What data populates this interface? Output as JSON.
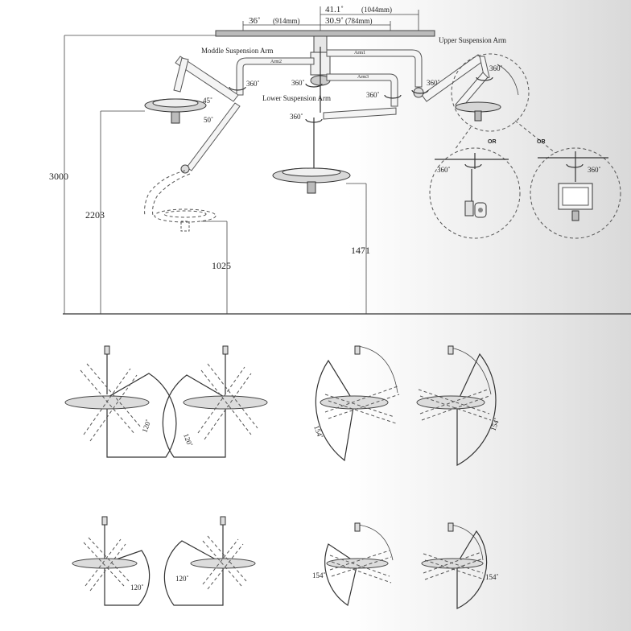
{
  "top_dimensions": {
    "arm2_angle": "36˚",
    "arm2_mm": "(914mm)",
    "arm1_angle": "41.1˚",
    "arm1_mm": "(1044mm)",
    "arm3_angle": "30.9˚",
    "arm3_mm": "(784mm)"
  },
  "arm_labels": {
    "middle": "Moddle Suspension Arm",
    "upper": "Upper Suspension Arm",
    "lower": "Lower Suspension Arm",
    "arm1": "Arm1",
    "arm2": "Arm2",
    "arm3": "Arm3"
  },
  "rotation_labels": {
    "r360": "360˚",
    "a45": "45˚",
    "a50": "50˚"
  },
  "heights": {
    "h3000": "3000",
    "h2203": "2203",
    "h1025": "1025",
    "h1471": "1471"
  },
  "options": {
    "or": "OR"
  },
  "tilt_angles": {
    "a120": "120˚",
    "a154": "154˚"
  }
}
